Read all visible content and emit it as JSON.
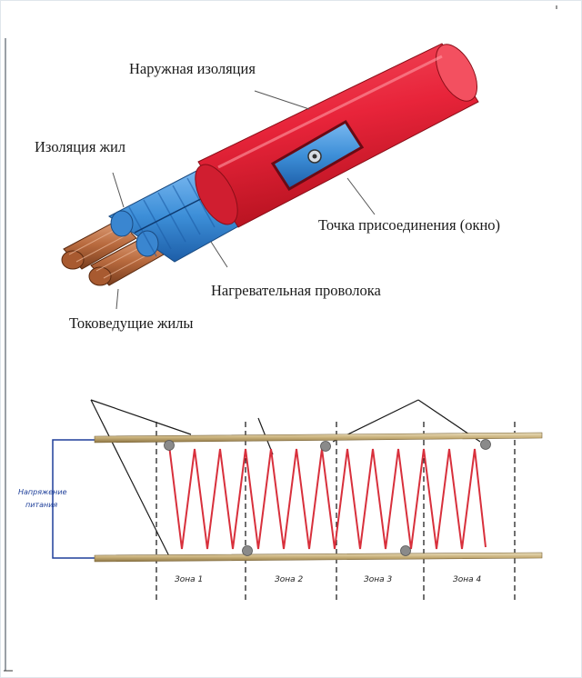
{
  "cable_labels": {
    "outer_insulation": "Наружная изоляция",
    "core_insulation": "Изоляция жил",
    "connection_point": "Точка присоединения (окно)",
    "heating_wire": "Нагревательная проволока",
    "conductors": "Токоведущие жилы"
  },
  "circuit": {
    "supply_voltage": "Напряжение питания",
    "zones": [
      "Зона 1",
      "Зона 2",
      "Зона 3",
      "Зона 4"
    ]
  },
  "colors": {
    "jacket": "#e8243a",
    "core_insulation": "#3d8fd8",
    "copper": "#b86a3e",
    "heating_wire": "#d8303c",
    "bus_wire": "#c8b07a",
    "contact": "#8a8a8a",
    "supply_line": "#1e3f9a"
  }
}
